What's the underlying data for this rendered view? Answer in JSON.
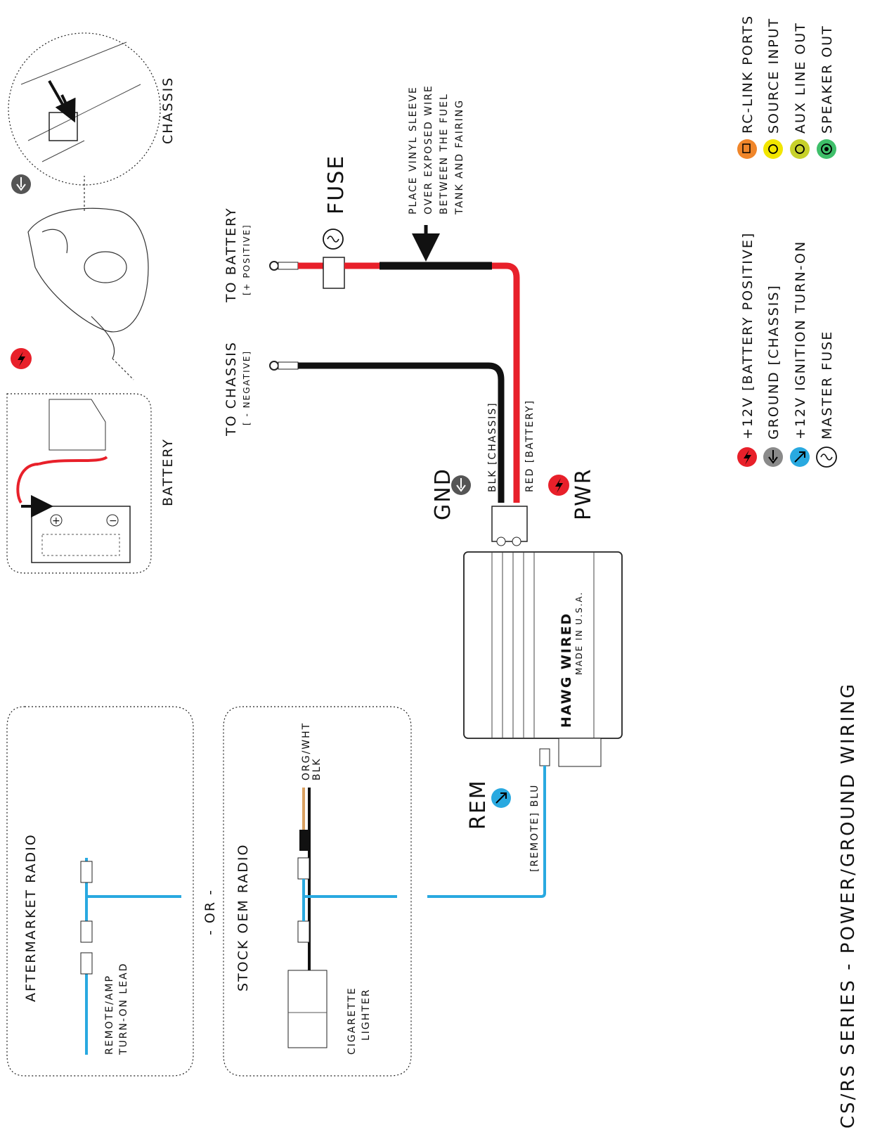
{
  "title": "CS/RS SERIES - POWER/GROUND WIRING",
  "panels": {
    "aftermarket": {
      "heading": "AFTERMARKET RADIO",
      "lead_line1": "REMOTE/AMP",
      "lead_line2": "TURN-ON LEAD"
    },
    "or": "- OR -",
    "stock": {
      "heading": "STOCK OEM RADIO",
      "wire1": "ORG/WHT",
      "wire2": "BLK",
      "lighter1": "CIGARETTE",
      "lighter2": "LIGHTER"
    },
    "battery": "BATTERY",
    "chassis": "CHASSIS"
  },
  "labels": {
    "to_chassis_1": "TO CHASSIS",
    "to_chassis_2": "[ - NEGATIVE]",
    "to_battery_1": "TO BATTERY",
    "to_battery_2": "[+ POSITIVE]",
    "fuse": "FUSE",
    "sleeve_1": "PLACE VINYL SLEEVE",
    "sleeve_2": "OVER EXPOSED WIRE",
    "sleeve_3": "BETWEEN THE FUEL",
    "sleeve_4": "TANK AND FAIRING",
    "gnd": "GND",
    "pwr": "PWR",
    "rem": "REM",
    "blk_wire": "BLK [CHASSIS]",
    "red_wire": "RED [BATTERY]",
    "rem_wire": "[REMOTE] BLU",
    "brand": "HAWG WIRED",
    "made": "MADE IN U.S.A."
  },
  "legend_left": [
    {
      "text": "+12V [BATTERY POSITIVE]",
      "icon": "bolt-icon",
      "color": "#e8202a"
    },
    {
      "text": "GROUND [CHASSIS]",
      "icon": "ground-icon",
      "color": "#8a8a8a"
    },
    {
      "text": "+12V IGNITION TURN-ON",
      "icon": "ignition-icon",
      "color": "#29a9e0"
    },
    {
      "text": "MASTER FUSE",
      "icon": "fuse-icon",
      "color": "#ffffff"
    }
  ],
  "legend_right": [
    {
      "text": "RC-LINK PORTS",
      "icon": "rc-link-icon",
      "color": "#f0862a"
    },
    {
      "text": "SOURCE INPUT",
      "icon": "source-input-icon",
      "color": "#f2e600"
    },
    {
      "text": "AUX LINE OUT",
      "icon": "aux-line-out-icon",
      "color": "#c7d12a"
    },
    {
      "text": "SPEAKER OUT",
      "icon": "speaker-out-icon",
      "color": "#3fbf6a"
    }
  ],
  "colors": {
    "red": "#e8202a",
    "black": "#111111",
    "blue": "#29a9e0",
    "orange": "#d9a060"
  }
}
